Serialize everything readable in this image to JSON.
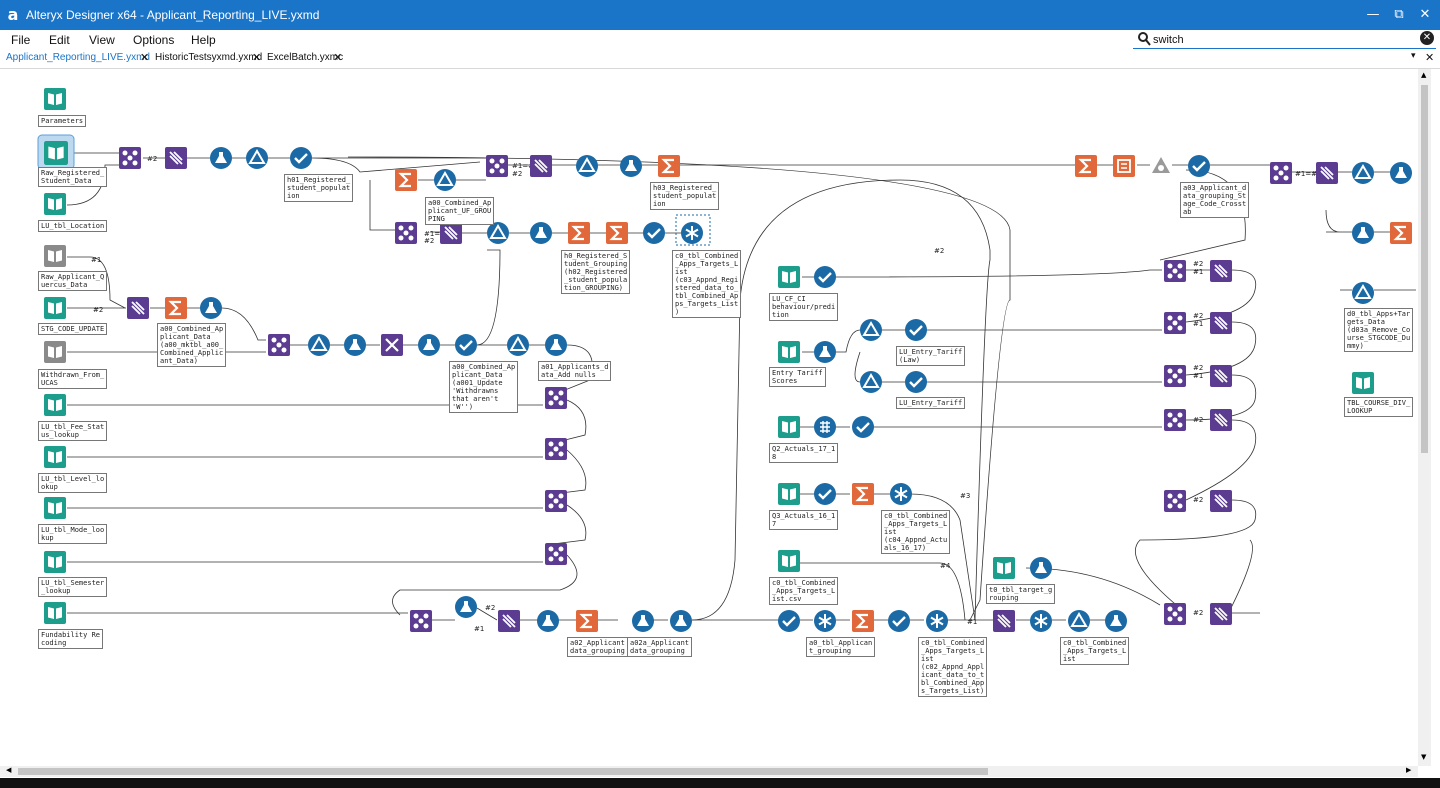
{
  "window": {
    "title": "Alteryx Designer x64 - Applicant_Reporting_LIVE.yxmd",
    "logo": "a",
    "minimize": "—",
    "restore": "⧉",
    "close": "✕"
  },
  "menu": [
    "File",
    "Edit",
    "View",
    "Options",
    "Help"
  ],
  "search": {
    "value": "switch",
    "clear_icon": "✕"
  },
  "tabs": [
    {
      "label": "Applicant_Reporting_LIVE.yxmd",
      "active": true
    },
    {
      "label": "HistoricTestsyxmd.yxmd",
      "active": false
    },
    {
      "label": "ExcelBatch.yxmc",
      "active": false
    }
  ],
  "colors": {
    "accent": "#1a74c8",
    "input_tool": "#1d9e8c",
    "prep_tool": "#1b6aa5",
    "join_tool": "#5b3c91",
    "summarize_tool": "#e0683a"
  },
  "labels": {
    "parameters": "Parameters",
    "raw_reg": "Raw_Registered_\nStudent_Data",
    "lu_location": "LU_tbl_Location",
    "raw_applicant": "Raw_Applicant_Q\nuercus_Data",
    "stg_code": "STG_CODE_UPDATE",
    "withdrawn": "Withdrawn_From_\nUCAS",
    "fee_status": "LU_tbl_Fee_Stat\nus_lookup",
    "level": "LU_tbl_Level_lo\nokup",
    "mode": "LU_tbl_Mode_loo\nkup",
    "semester": "LU_tbl_Semester\n_lookup",
    "fundability": "Fundability Re\ncoding",
    "h01": "h01_Registered_\nstudent_populat\nion",
    "a00_uf": "a00_Combined_Ap\nplicant_UF_GROU\nPING",
    "a00_mktbl": "a00_Combined_Ap\nplicant_Data\n(a00_mktbl_a00_\nCombined_Applic\nant_Data)",
    "h0_grouping": "h0_Registered_S\ntudent_Grouping\n(h02_Registered\n_student_popula\ntion_GROUPING)",
    "h03": "h03_Registered_\nstudent_populat\nion",
    "c0_targets": "c0_tbl_Combined\n_Apps_Targets_L\nist\n(c03_Appnd_Regi\nstered_data_to_\ntbl_Combined_Ap\nps_Targets_List\n)",
    "a00_update": "a00_Combined_Ap\nplicant_Data\n(a001_Update\n'Withdrawns\nthat aren't\n'W'')",
    "a01_nulls": "a01_Applicants_d\nata_Add nulls",
    "a02": "a02_Applicant\ndata_grouping",
    "a02a": "a02a_Applicant\ndata_grouping",
    "lu_cf": "LU_CF_CI\nbehaviour/predi\ntion",
    "entry_tariff": "Entry Tariff\nScores",
    "lu_tariff_law": "LU_Entry_Tariff\n(Law)",
    "lu_tariff": "LU_Entry_Tariff",
    "q2": "Q2_Actuals_17_1\n8",
    "q3": "Q3_Actuals_16_1\n7",
    "c0_q3": "c0_tbl_Combined\n_Apps_Targets_L\nist\n(c04_Appnd_Actu\nals_16_17)",
    "c0_csv": "c0_tbl_Combined\n_Apps_Targets_L\nist.csv",
    "a0_grouping": "a0_tbl_Applican\nt_grouping",
    "c0_appnd": "c0_tbl_Combined\n_Apps_Targets_L\nist\n(c02_Appnd_Appl\nicant_data_to_t\nbl_Combined_App\ns_Targets_List)",
    "t0_target": "t0_tbl_target_g\nrouping",
    "c0_list": "c0_tbl_Combined\n_Apps_Targets_L\nist",
    "a03": "a03_Applicant_d\nata_grouping_St\nage_Code_Crosst\nab",
    "d0": "d0_tbl_Apps+Tar\ngets_Data\n(d03a_Remove_Co\nurse_STGCODE_Du\nmmy)",
    "tbl_course": "TBL_COURSE_DIV_\nLOOKUP"
  },
  "connection_tags": {
    "n1": "#1",
    "n2": "#2",
    "n3": "#3",
    "n4": "#4",
    "n12": "#1=#2"
  }
}
